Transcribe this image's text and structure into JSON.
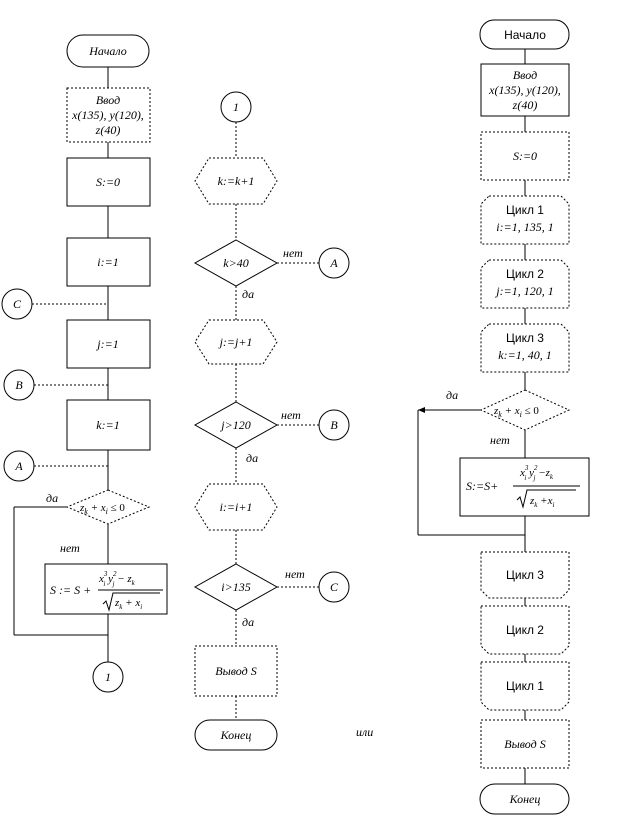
{
  "left": {
    "start": "Начало",
    "input": [
      "Ввод",
      "x(135), y(120),",
      "z(40)"
    ],
    "s_init": "S:=0",
    "i_init": "i:=1",
    "j_init": "j:=1",
    "k_init": "k:=1",
    "connector_c": "C",
    "connector_b": "B",
    "connector_a": "A",
    "label_yes": "да",
    "label_no": "нет",
    "connector_1": "1"
  },
  "middle": {
    "connector_1": "1",
    "k_inc": "k:=k+1",
    "k_cond": "k>40",
    "no1": "нет",
    "conn_a": "A",
    "yes1": "да",
    "j_inc": "j:=j+1",
    "j_cond": "j>120",
    "no2": "нет",
    "conn_b": "B",
    "yes2": "да",
    "i_inc": "i:=i+1",
    "i_cond": "i>135",
    "no3": "нет",
    "conn_c": "C",
    "yes3": "да",
    "output": "Вывод S",
    "end": "Конец"
  },
  "or_label": "или",
  "right": {
    "start": "Начало",
    "input": [
      "Ввод",
      "x(135), y(120),",
      "z(40)"
    ],
    "s_init": "S:=0",
    "loop1": [
      "Цикл 1",
      "i:=1, 135, 1"
    ],
    "loop2": [
      "Цикл 2",
      "j:=1, 120, 1"
    ],
    "loop3": [
      "Цикл 3",
      "k:=1, 40, 1"
    ],
    "yes": "да",
    "no": "нет",
    "loop3_end": "Цикл 3",
    "loop2_end": "Цикл 2",
    "loop1_end": "Цикл 1",
    "output": "Вывод S",
    "end": "Конец"
  }
}
